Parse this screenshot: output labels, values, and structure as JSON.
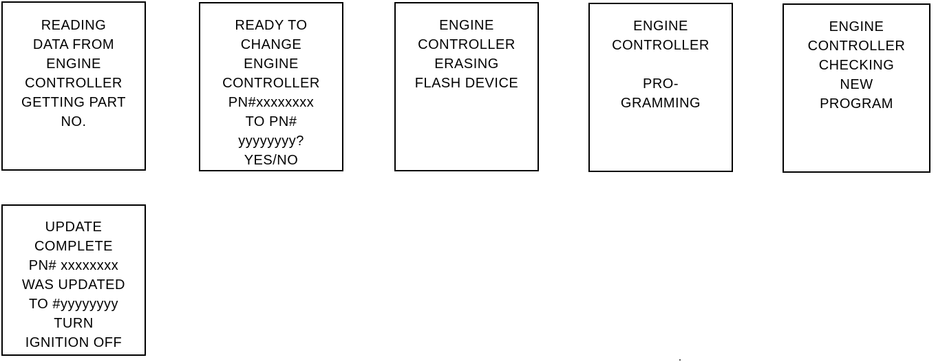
{
  "screens": [
    {
      "id": "reading-data",
      "lines": [
        "READING",
        "DATA FROM",
        "ENGINE",
        "CONTROLLER",
        "GETTING PART",
        "NO."
      ]
    },
    {
      "id": "ready-to-change",
      "lines": [
        "READY TO",
        "CHANGE",
        "ENGINE",
        "CONTROLLER",
        "PN#xxxxxxxx",
        "TO PN#",
        "yyyyyyyy?",
        "YES/NO"
      ]
    },
    {
      "id": "erasing",
      "lines": [
        "ENGINE",
        "CONTROLLER",
        "ERASING",
        "FLASH DEVICE"
      ]
    },
    {
      "id": "programming",
      "lines": [
        "ENGINE",
        "CONTROLLER",
        "",
        "PRO-",
        "GRAMMING"
      ]
    },
    {
      "id": "checking",
      "lines": [
        "ENGINE",
        "CONTROLLER",
        "CHECKING",
        "NEW",
        "PROGRAM"
      ]
    },
    {
      "id": "update-complete",
      "lines": [
        "UPDATE",
        "COMPLETE",
        "PN# xxxxxxxx",
        "WAS UPDATED",
        "TO #yyyyyyyy",
        "TURN",
        "IGNITION OFF"
      ]
    }
  ]
}
